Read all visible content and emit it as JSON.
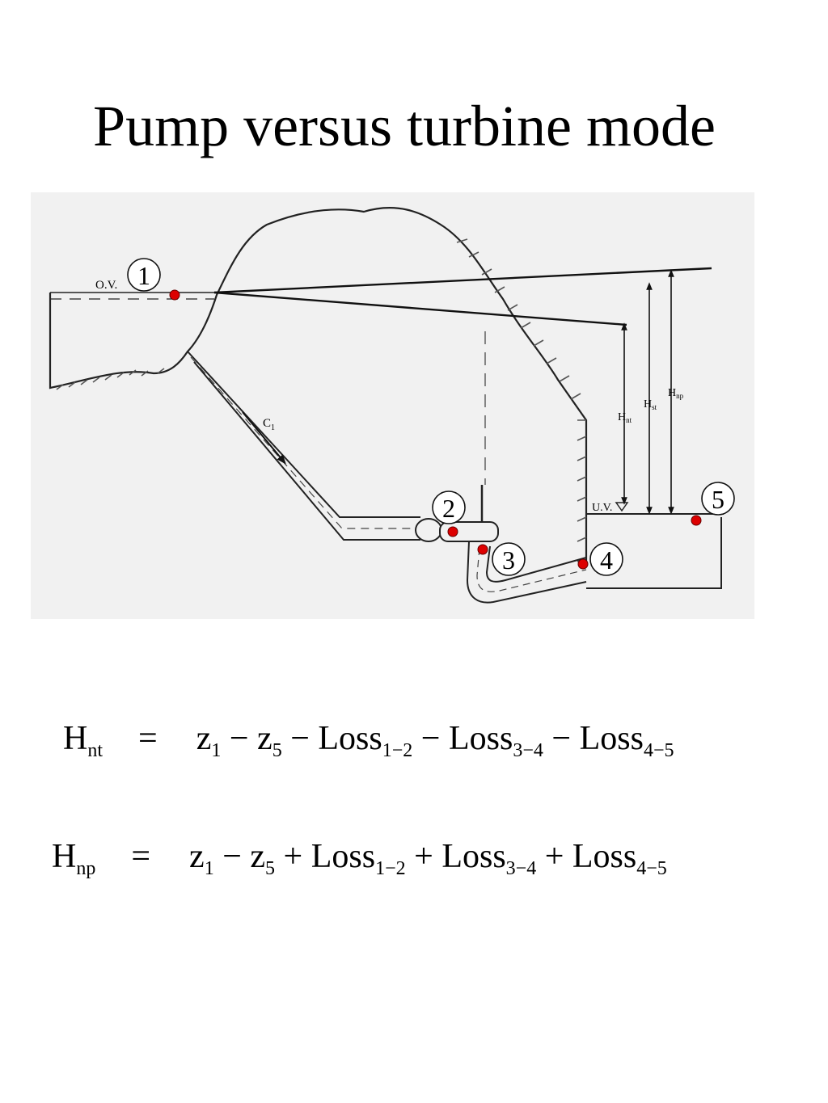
{
  "slide": {
    "title": "Pump versus turbine mode"
  },
  "diagram": {
    "labels": {
      "ov": "O.V.",
      "uv": "U.V.",
      "c1": "C",
      "c1_sub": "1",
      "hnp": "H",
      "hnp_sub": "np",
      "hst": "H",
      "hst_sub": "st",
      "hnt": "H",
      "hnt_sub": "nt"
    },
    "points": [
      {
        "label": "1"
      },
      {
        "label": "2"
      },
      {
        "label": "3"
      },
      {
        "label": "4"
      },
      {
        "label": "5"
      }
    ],
    "colors": {
      "point": "#dd0000",
      "scan_bg": "#f1f1f1",
      "hatch": "#555555"
    }
  },
  "equations": {
    "eq1": {
      "lhs": "H",
      "lhs_sub": "nt",
      "eq": "=",
      "z1": "z",
      "z1_sub": "1",
      "op0": "−",
      "z5": "z",
      "z5_sub": "5",
      "op1": "−",
      "t1": "Loss",
      "t1_sub": "1−2",
      "op2": "−",
      "t2": "Loss",
      "t2_sub": "3−4",
      "op3": "−",
      "t3": "Loss",
      "t3_sub": "4−5"
    },
    "eq2": {
      "lhs": "H",
      "lhs_sub": "np",
      "eq": "=",
      "z1": "z",
      "z1_sub": "1",
      "op0": "−",
      "z5": "z",
      "z5_sub": "5",
      "op1": "+",
      "t1": "Loss",
      "t1_sub": "1−2",
      "op2": "+",
      "t2": "Loss",
      "t2_sub": "3−4",
      "op3": "+",
      "t3": "Loss",
      "t3_sub": "4−5"
    }
  }
}
